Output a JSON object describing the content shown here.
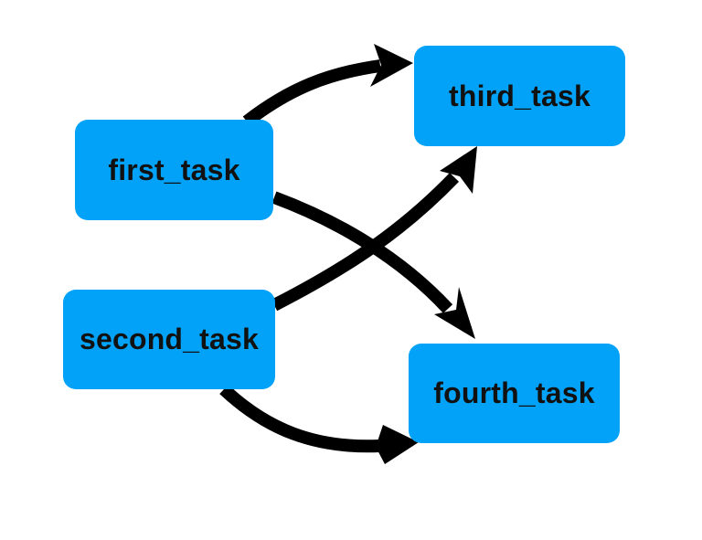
{
  "colors": {
    "node_fill": "#02a2f8",
    "node_text": "#111111",
    "edge": "#000000",
    "background": "#ffffff"
  },
  "nodes": {
    "first_task": {
      "label": "first_task"
    },
    "second_task": {
      "label": "second_task"
    },
    "third_task": {
      "label": "third_task"
    },
    "fourth_task": {
      "label": "fourth_task"
    }
  },
  "edges": [
    {
      "from": "first_task",
      "to": "third_task"
    },
    {
      "from": "first_task",
      "to": "fourth_task"
    },
    {
      "from": "second_task",
      "to": "third_task"
    },
    {
      "from": "second_task",
      "to": "fourth_task"
    }
  ]
}
